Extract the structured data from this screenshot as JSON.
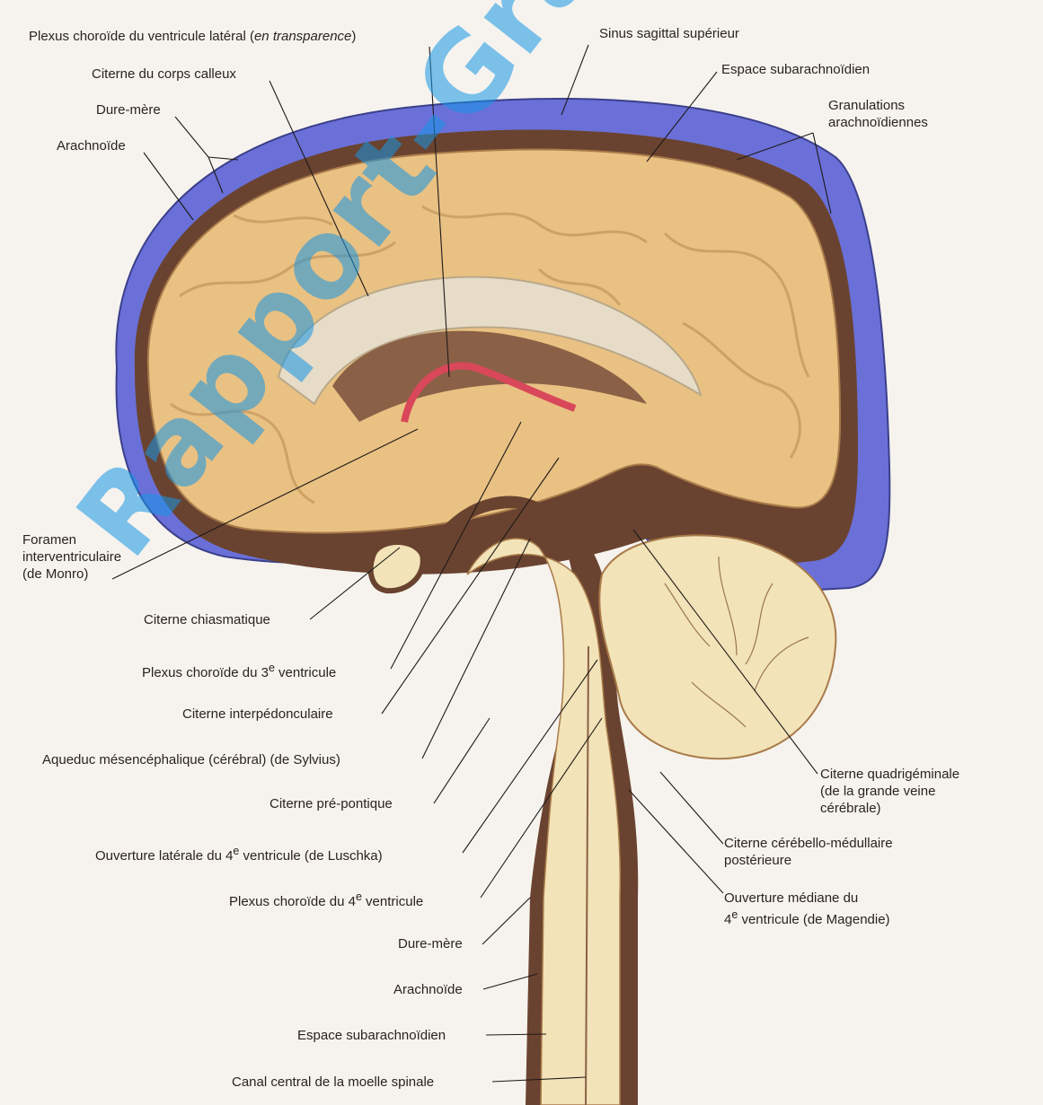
{
  "labels": {
    "plexus_lateral_main": "Plexus choroïde du ventricule latéral (",
    "plexus_lateral_italic": "en transparence",
    "plexus_lateral_close": ")",
    "sinus_sagittal": "Sinus sagittal supérieur",
    "citerne_corps_calleux": "Citerne du corps calleux",
    "espace_subarachnoidien_top": "Espace subarachnoïdien",
    "dure_mere_top": "Dure-mère",
    "granulations_line1": "Granulations",
    "granulations_line2": "arachnoïdiennes",
    "arachnoide_top": "Arachnoïde",
    "foramen_line1": "Foramen",
    "foramen_line2": "interventriculaire",
    "foramen_line3": "(de Monro)",
    "citerne_chiasmatique": "Citerne chiasmatique",
    "plexus_3e_a": "Plexus choroïde du 3",
    "plexus_3e_sup": "e",
    "plexus_3e_b": " ventricule",
    "citerne_interpedonculaire": "Citerne interpédonculaire",
    "aqueduc": "Aqueduc mésencéphalique (cérébral) (de Sylvius)",
    "citerne_prepontique": "Citerne pré-pontique",
    "ouverture_laterale_a": "Ouverture latérale du 4",
    "ouverture_laterale_sup": "e",
    "ouverture_laterale_b": " ventricule (de Luschka)",
    "plexus_4e_a": "Plexus choroïde du 4",
    "plexus_4e_sup": "e",
    "plexus_4e_b": " ventricule",
    "dure_mere_bottom": "Dure-mère",
    "arachnoide_bottom": "Arachnoïde",
    "espace_subarachnoidien_bottom": "Espace subarachnoïdien",
    "canal_central": "Canal central de la moelle spinale",
    "citerne_quadrigeminale_line1": "Citerne quadrigéminale",
    "citerne_quadrigeminale_line2": "(de la grande veine",
    "citerne_quadrigeminale_line3": "cérébrale)",
    "citerne_cerebello_line1": "Citerne cérébello-médullaire",
    "citerne_cerebello_line2": "postérieure",
    "ouverture_mediane_line1": "Ouverture médiane du",
    "ouverture_mediane_line2a": "4",
    "ouverture_mediane_sup": "e",
    "ouverture_mediane_line2b": " ventricule (de Magendie)"
  },
  "watermark": "Rapport-Gratuit.com",
  "colors": {
    "dura_blue": "#6a70d8",
    "brain": "#e9c183",
    "csf_brown": "#6a4330",
    "cerebellum": "#f2e3b8",
    "choroid_plexus": "#d9475a",
    "watermark": "#1496e6"
  }
}
